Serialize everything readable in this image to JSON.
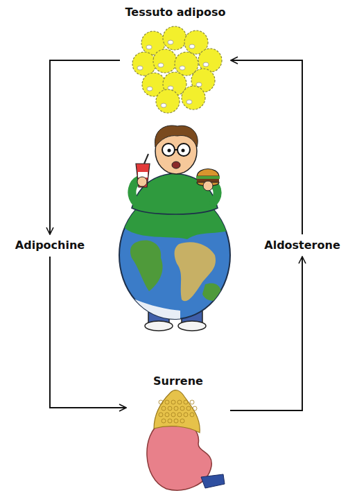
{
  "diagram": {
    "nodes": [
      {
        "text": [
          "Tessuto adiposo"
        ]
      },
      {
        "text": [
          "Adipochine"
        ]
      },
      {
        "text": [
          "Surrene"
        ]
      },
      {
        "text": [
          "Aldosterone"
        ]
      }
    ],
    "edges": [
      {
        "from": 0,
        "to": 1,
        "arrow": "to"
      },
      {
        "from": 1,
        "to": 2,
        "arrow": "to"
      },
      {
        "from": 2,
        "to": 3,
        "arrow": "to"
      },
      {
        "from": 3,
        "to": 0,
        "arrow": "to"
      }
    ]
  }
}
